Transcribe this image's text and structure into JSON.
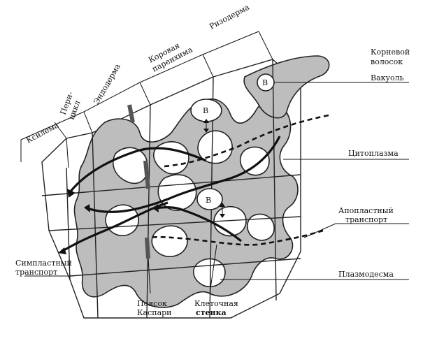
{
  "labels": {
    "xylem": "Ксилема",
    "pericycle_1": "Пери-",
    "pericycle_2": "цикл",
    "endodermis": "Эндодерма",
    "cortex_1": "Коровая",
    "cortex_2": "паренхима",
    "rhizoderm": "Ризодерма",
    "root_hair_1": "Корневой",
    "root_hair_2": "волосок",
    "vacuole": "Вакуоль",
    "vacuole_mark": "В",
    "cytoplasm": "Цитоплазма",
    "apoplast_1": "Апопластный",
    "apoplast_2": "транспорт",
    "symplast_1": "Симпластный",
    "symplast_2": "транспорт",
    "plasmodesma": "Плазмодесма",
    "casparian_1": "Поясок",
    "casparian_2": "Каспари",
    "cellwall_1": "Клеточная",
    "cellwall_2": "стенка"
  },
  "colors": {
    "cytoplasm_fill": "#bdbdbd",
    "line": "#111111",
    "casparian_strip": "#555555"
  }
}
